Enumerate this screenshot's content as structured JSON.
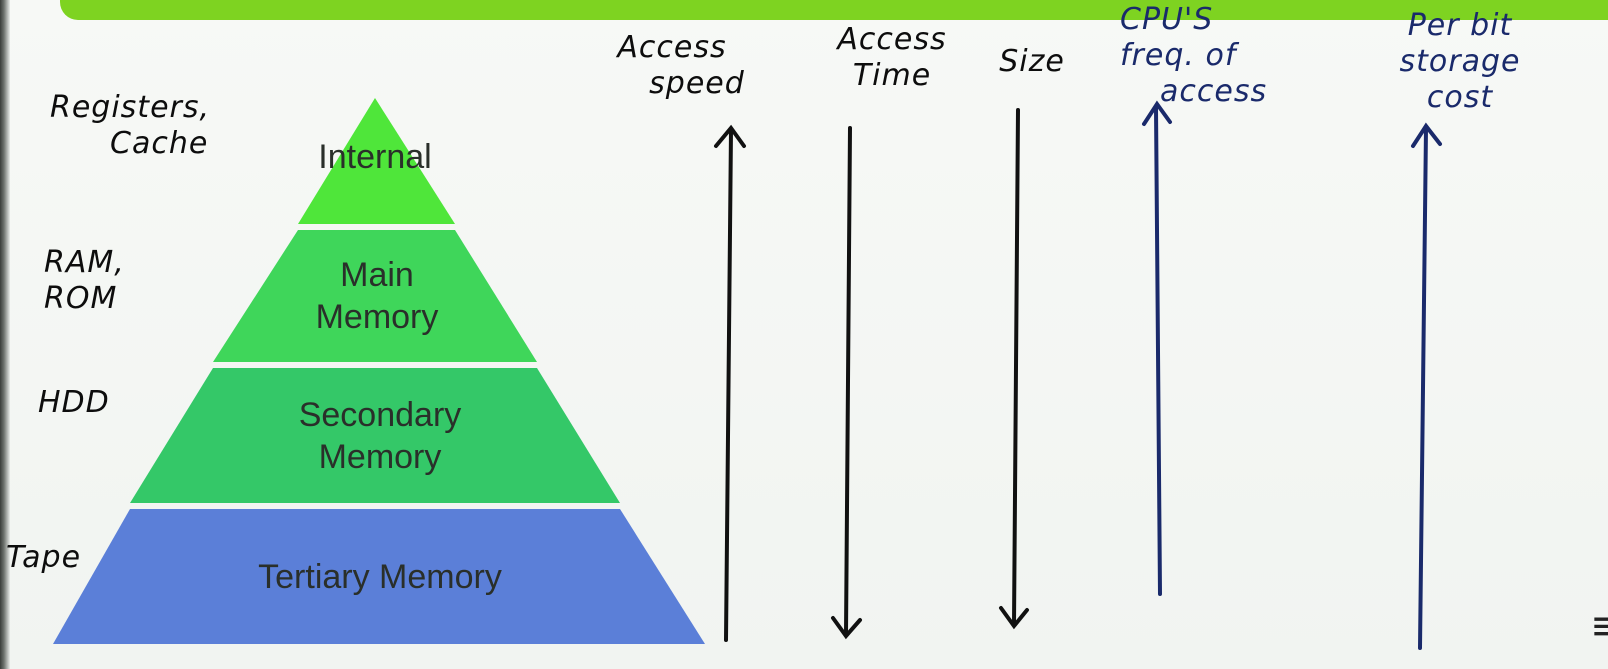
{
  "pyramid": {
    "layers": [
      {
        "label_lines": [
          "Internal"
        ],
        "color": "#4fe63a"
      },
      {
        "label_lines": [
          "Main",
          "Memory"
        ],
        "color": "#3fd65a"
      },
      {
        "label_lines": [
          "Secondary",
          "Memory"
        ],
        "color": "#34c868"
      },
      {
        "label_lines": [
          "Tertiary Memory"
        ],
        "color": "#5b7fd8"
      }
    ]
  },
  "left_notes": {
    "registers_cache": [
      "Registers,",
      "Cache"
    ],
    "ram_rom": [
      "RAM,",
      "ROM"
    ],
    "hdd": "HDD",
    "tape": "Tape"
  },
  "columns": [
    {
      "label_lines": [
        "Access",
        "speed"
      ],
      "direction": "up"
    },
    {
      "label_lines": [
        "Access",
        "Time"
      ],
      "direction": "down"
    },
    {
      "label_lines": [
        "Size"
      ],
      "direction": "down"
    },
    {
      "label_lines": [
        "CPU'S",
        "freq. of",
        "access"
      ],
      "direction": "up"
    },
    {
      "label_lines": [
        "Per bit",
        "storage",
        "cost"
      ],
      "direction": "up"
    }
  ],
  "colors": {
    "top_bar": "#7ed321",
    "ink_black": "#0d0d0d",
    "ink_blue": "#1a2a6b"
  }
}
